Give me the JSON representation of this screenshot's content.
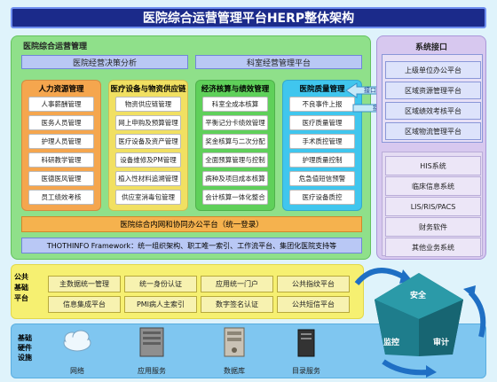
{
  "title": "医院综合运营管理平台HERP整体架构",
  "ops": {
    "title": "医院综合运营管理",
    "header_left": "医院经营决策分析",
    "header_right": "科室经营管理平台",
    "columns": [
      {
        "title": "人力资源管理",
        "color": "#f5a64e",
        "items": [
          "人事薪酬管理",
          "医务人员管理",
          "护理人员管理",
          "科研教学管理",
          "医德医风管理",
          "员工绩效考核"
        ]
      },
      {
        "title": "医疗设备与物资供应链",
        "color": "#f1e062",
        "items": [
          "物资供应链管理",
          "网上申购及预算管理",
          "医疗设备及资产管理",
          "设备维修及PM管理",
          "植入性材料追溯管理",
          "供应室消毒包管理"
        ]
      },
      {
        "title": "经济核算与绩效管理",
        "color": "#5fd05a",
        "items": [
          "科室全成本核算",
          "平衡记分卡绩效管理",
          "奖金核算与二次分配",
          "全面预算管理与控制",
          "病种及项目成本核算",
          "会计核算一体化整合"
        ]
      },
      {
        "title": "医院质量管理",
        "color": "#40c6ee",
        "items": [
          "不良事件上报",
          "医疗质量管理",
          "手术质控管理",
          "护理质量控制",
          "危急值短信预警",
          "医疗设备质控"
        ]
      }
    ],
    "interface_label": "接口",
    "collab": "医院综合内网和协同办公平台（统一登录）",
    "framework": "THOTHINFO Framework：统一组织架构、职工唯一索引、工作流平台、集团化医院支持等"
  },
  "system_interface": {
    "title": "系统接口",
    "external": [
      "上级单位办公平台",
      "区域资源管理平台",
      "区域绩效考核平台",
      "区域物流管理平台"
    ],
    "internal": [
      "HIS系统",
      "临床信息系统",
      "LIS/RIS/PACS",
      "财务软件",
      "其他业务系统"
    ]
  },
  "public_platform": {
    "label": "公共\n基础\n平台",
    "row1": [
      "主数据统一管理",
      "统一身份认证",
      "应用统一门户",
      "公共指纹平台"
    ],
    "row2": [
      "信息集成平台",
      "PMI病人主索引",
      "数字签名认证",
      "公共短信平台"
    ]
  },
  "infrastructure": {
    "label": "基础\n硬件\n设施",
    "items": [
      "网络",
      "应用服务",
      "数据库",
      "目录服务"
    ]
  },
  "security": {
    "top": "安全",
    "left": "监控",
    "right": "审计"
  }
}
